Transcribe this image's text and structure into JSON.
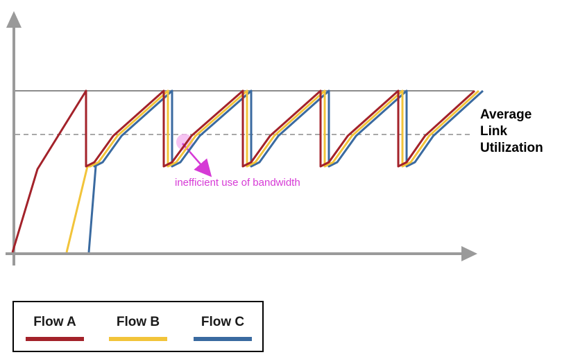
{
  "labels": {
    "average_line1": "Average",
    "average_line2": "Link",
    "average_line3": "Utilization",
    "annotation": "inefficient use of bandwidth"
  },
  "colors": {
    "flow_a": "#a3222a",
    "flow_b": "#f2c43a",
    "flow_c": "#3a6aa0",
    "axis": "#9a9a9a",
    "capacity_line": "#8c8c8c",
    "average_line": "#8c8c8c",
    "annotation": "#d63ad6",
    "highlight": "#f4b8f0"
  },
  "legend": {
    "items": [
      {
        "label": "Flow A",
        "color": "#a3222a"
      },
      {
        "label": "Flow B",
        "color": "#f2c43a"
      },
      {
        "label": "Flow C",
        "color": "#3a6aa0"
      }
    ]
  }
}
